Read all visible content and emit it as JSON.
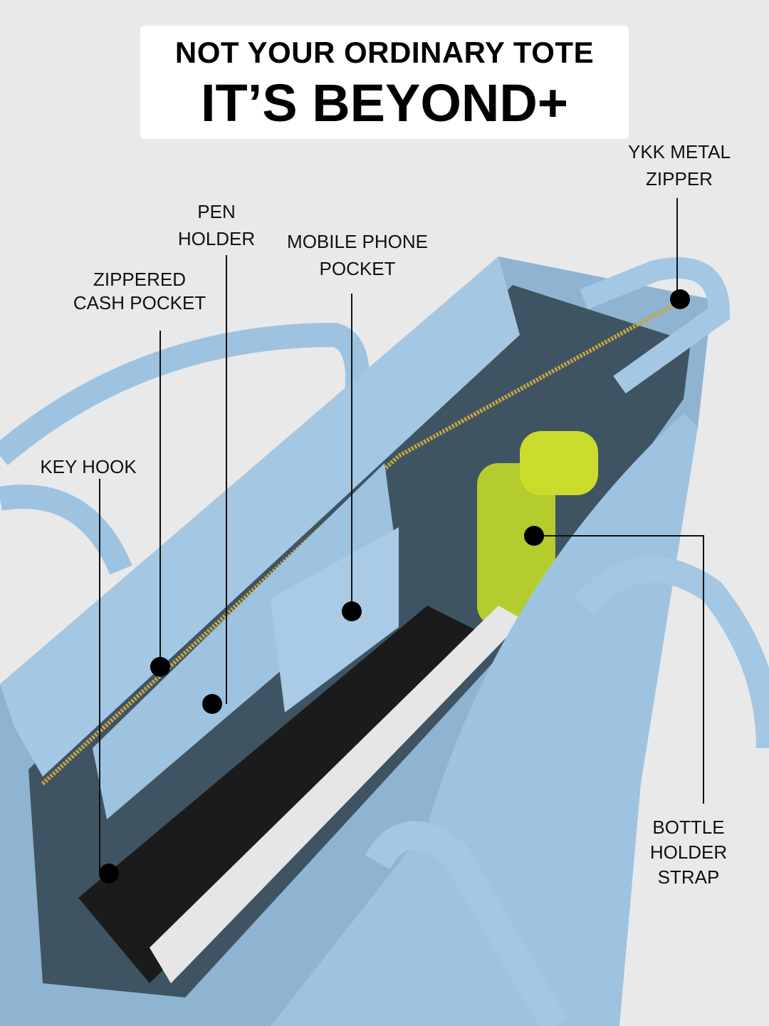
{
  "header": {
    "line1": "NOT YOUR ORDINARY TOTE",
    "line2": "IT’S BEYOND+"
  },
  "labels": {
    "zipper": "YKK METAL\nZIPPER",
    "pen": "PEN\nHOLDER",
    "phone": "MOBILE PHONE\nPOCKET",
    "cash": "ZIPPERED\nCASH POCKET",
    "key": "KEY HOOK",
    "bottle": "BOTTLE HOLDER\nSTRAP"
  },
  "colors": {
    "background": "#e9e9ea",
    "bag": "#9ec3e0",
    "bag_dark": "#7fa6c4",
    "interior": "#3f5463",
    "bottle": "#b5cc2e"
  }
}
